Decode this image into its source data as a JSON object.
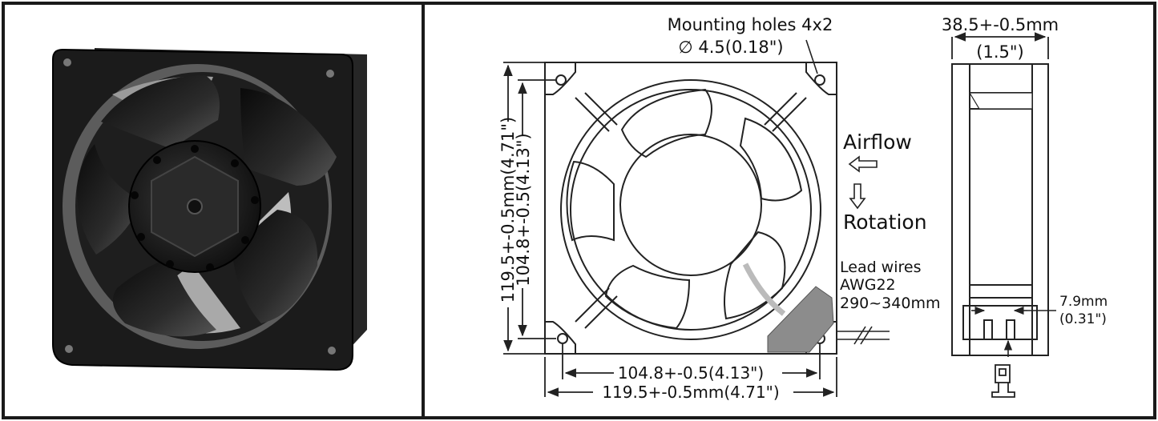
{
  "panels": {
    "photo": {
      "subject": "axial cooling fan, black metal frame, 5 blades"
    },
    "front_view": {
      "mounting_title": "Mounting holes 4x2",
      "mounting_size": "∅ 4.5(0.18\")",
      "airflow_label": "Airflow",
      "rotation_label": "Rotation",
      "lead_wires_line1": "Lead wires",
      "lead_wires_line2": "AWG22",
      "lead_wires_line3": "290~340mm",
      "dim_height_outer": "119.5+-0.5mm(4.71\")",
      "dim_height_inner": "104.8+-0.5(4.13\")",
      "dim_width_inner": "104.8+-0.5(4.13\")",
      "dim_width_outer": "119.5+-0.5mm(4.71\")"
    },
    "side_view": {
      "depth_dim": "38.5+-0.5mm",
      "depth_dim_inch": "(1.5\")",
      "terminal_dim": "7.9mm",
      "terminal_dim_inch": "(0.31\")"
    }
  },
  "colors": {
    "border": "#1a1a1a",
    "fan_body": "#1c1c1c",
    "wire_box": "#8c8c8c",
    "line": "#222222"
  }
}
